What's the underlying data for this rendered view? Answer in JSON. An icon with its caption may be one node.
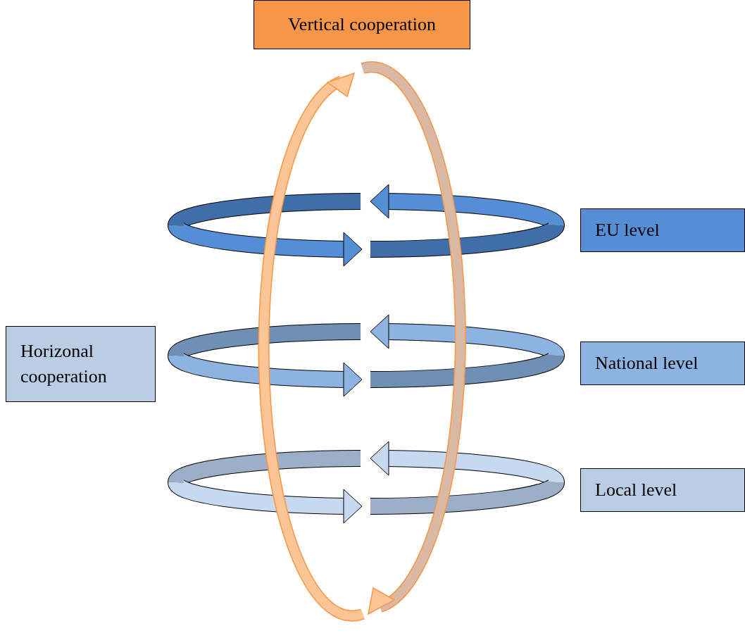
{
  "diagram": {
    "nodes": [
      {
        "text": [
          "Vertical cooperation"
        ]
      },
      {
        "text": [
          "EU level"
        ]
      },
      {
        "text": [
          "Horizonal cooperation"
        ]
      },
      {
        "text": [
          "National level"
        ]
      },
      {
        "text": [
          "Local level"
        ]
      }
    ]
  }
}
